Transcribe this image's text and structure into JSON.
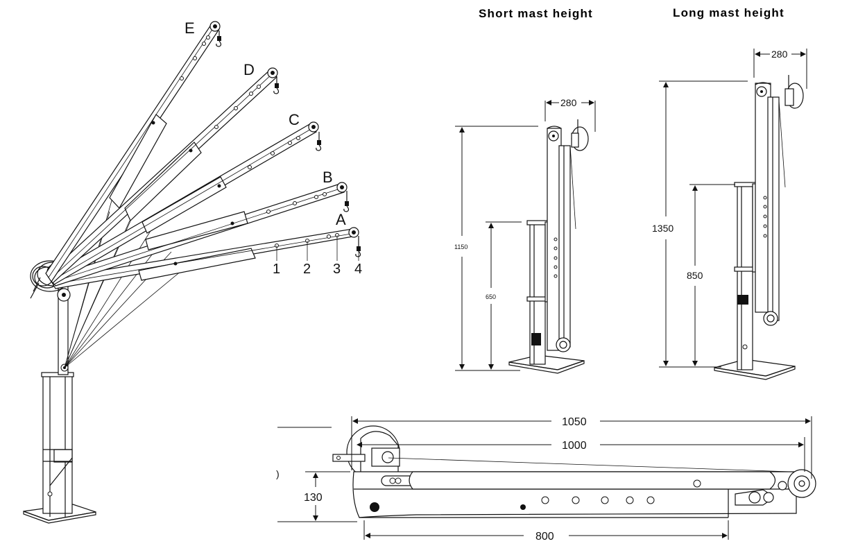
{
  "titles": {
    "short_mast": "Short mast height",
    "long_mast": "Long mast height"
  },
  "boom_positions": [
    "A",
    "B",
    "C",
    "D",
    "E"
  ],
  "hook_positions": [
    "1",
    "2",
    "3",
    "4"
  ],
  "short_mast_dims": {
    "width": "280",
    "total_height": "1150",
    "mast_height": "650"
  },
  "long_mast_dims": {
    "width": "280",
    "total_height": "1350",
    "mast_height": "850"
  },
  "boom_dims": {
    "overall_length": "1050",
    "inner_length": "1000",
    "height": "130",
    "base_length": "800"
  }
}
